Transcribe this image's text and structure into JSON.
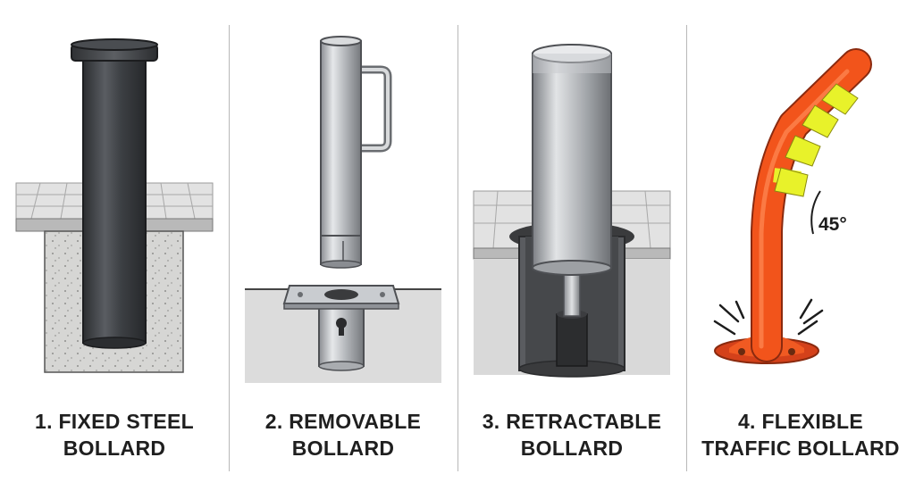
{
  "panels": [
    {
      "caption_line1": "1. FIXED STEEL",
      "caption_line2": "BOLLARD"
    },
    {
      "caption_line1": "2. REMOVABLE",
      "caption_line2": "BOLLARD"
    },
    {
      "caption_line1": "3. RETRACTABLE",
      "caption_line2": "BOLLARD"
    },
    {
      "caption_line1": "4. FLEXIBLE",
      "caption_line2": "TRAFFIC BOLLARD"
    }
  ],
  "angle_label": "45°",
  "colors": {
    "steel_dark": "#3a3c40",
    "steel_light": "#c9ccd0",
    "concrete": "#d4d4d2",
    "pavement": "#dcdcdc",
    "orange": "#f2541b",
    "reflective_yellow": "#e8f22a"
  }
}
